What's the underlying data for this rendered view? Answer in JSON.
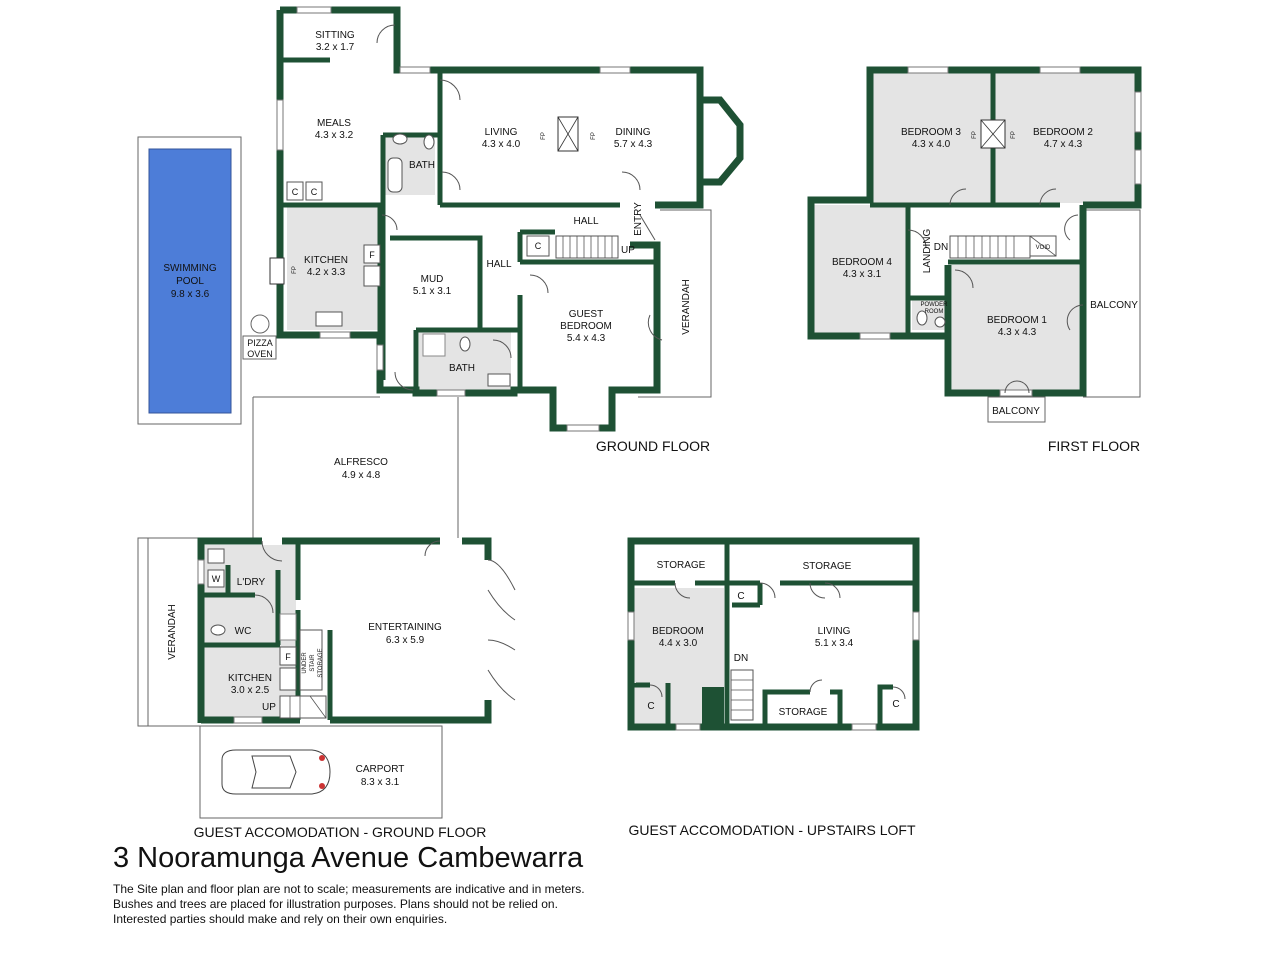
{
  "address": "3 Nooramunga Avenue Cambewarra",
  "disclaimer": [
    "The Site plan and floor plan are not to scale; measurements are indicative and in meters.",
    "Bushes and trees are placed for illustration purposes. Plans should not be relied on.",
    "Interested parties should make and rely on their own enquiries."
  ],
  "floors": {
    "ground": "GROUND FLOOR",
    "first": "FIRST FLOOR",
    "guest_ground": "GUEST ACCOMODATION - GROUND FLOOR",
    "guest_loft": "GUEST ACCOMODATION - UPSTAIRS LOFT"
  },
  "rooms": {
    "sitting": {
      "name": "SITTING",
      "size": "3.2 x 1.7"
    },
    "meals": {
      "name": "MEALS",
      "size": "4.3 x 3.2"
    },
    "living": {
      "name": "LIVING",
      "size": "4.3 x 4.0"
    },
    "dining": {
      "name": "DINING",
      "size": "5.7 x 4.3"
    },
    "kitchen": {
      "name": "KITCHEN",
      "size": "4.2 x 3.3"
    },
    "pool": {
      "name1": "SWIMMING",
      "name2": "POOL",
      "size": "9.8 x 3.6"
    },
    "mud": {
      "name": "MUD",
      "size": "5.1 x 3.1"
    },
    "guest_bedroom": {
      "name1": "GUEST",
      "name2": "BEDROOM",
      "size": "5.4 x 4.3"
    },
    "alfresco": {
      "name": "ALFRESCO",
      "size": "4.9 x 4.8"
    },
    "bedroom3": {
      "name": "BEDROOM 3",
      "size": "4.3 x 4.0"
    },
    "bedroom2": {
      "name": "BEDROOM 2",
      "size": "4.7 x 4.3"
    },
    "bedroom4": {
      "name": "BEDROOM 4",
      "size": "4.3 x 3.1"
    },
    "bedroom1": {
      "name": "BEDROOM 1",
      "size": "4.3 x 4.3"
    },
    "entertaining": {
      "name": "ENTERTAINING",
      "size": "6.3 x 5.9"
    },
    "guest_kitchen": {
      "name": "KITCHEN",
      "size": "3.0 x 2.5"
    },
    "carport": {
      "name": "CARPORT",
      "size": "8.3 x 3.1"
    },
    "loft_bedroom": {
      "name": "BEDROOM",
      "size": "4.4 x 3.0"
    },
    "loft_living": {
      "name": "LIVING",
      "size": "5.1 x 3.4"
    }
  },
  "labels": {
    "bath": "BATH",
    "hall": "HALL",
    "entry": "ENTRY",
    "verandah": "VERANDAH",
    "up": "UP",
    "dn": "DN",
    "c": "C",
    "f": "F",
    "w": "W",
    "fp": "FP",
    "pizza": "PIZZA",
    "oven": "OVEN",
    "landing": "LANDING",
    "balcony": "BALCONY",
    "void": "VOID",
    "powder1": "POWDER",
    "powder2": "ROOM",
    "ldry": "L'DRY",
    "wc": "WC",
    "under": "UNDER",
    "stair": "STAIR",
    "storage": "STORAGE"
  },
  "colors": {
    "wall": "#1e5134",
    "floor_fill": "#e4e4e4",
    "pool_water": "#4d7dd8"
  }
}
